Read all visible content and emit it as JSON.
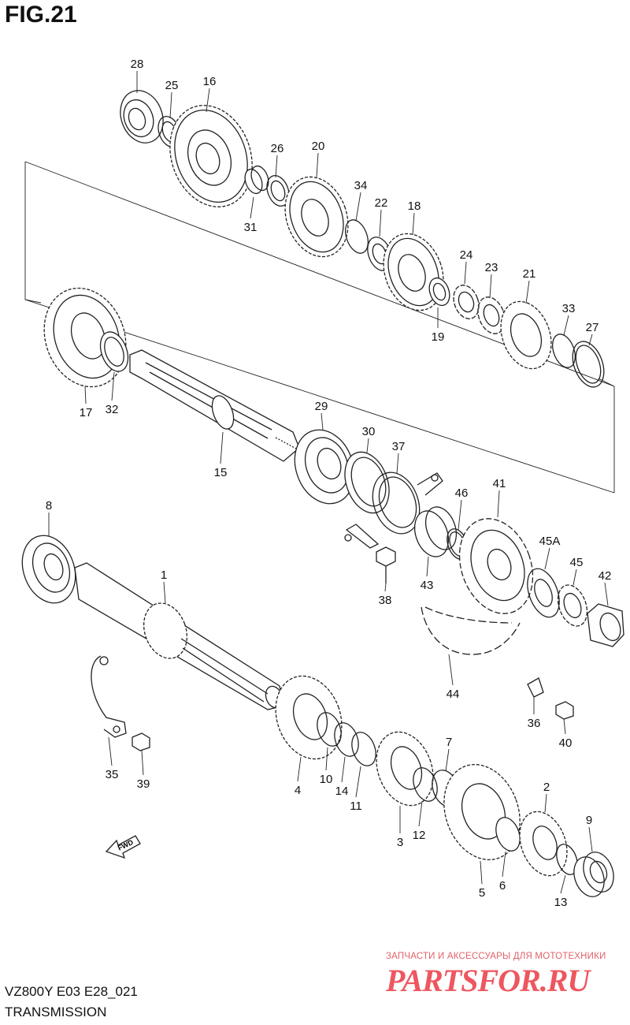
{
  "figure": {
    "title": "FIG.21",
    "code": "VZ800Y E03 E28_021",
    "caption": "TRANSMISSION",
    "fwd_label": "FWD"
  },
  "watermark": {
    "line1": "ЗАПЧАСТИ И АКСЕССУАРЫ ДЛЯ МОТОТЕХНИКИ",
    "line2": "PARTSFOR.RU"
  },
  "part_numbers": [
    "28",
    "25",
    "16",
    "26",
    "20",
    "31",
    "34",
    "22",
    "18",
    "24",
    "23",
    "21",
    "19",
    "33",
    "27",
    "17",
    "32",
    "15",
    "29",
    "30",
    "37",
    "46",
    "41",
    "45A",
    "45",
    "42",
    "43",
    "38",
    "44",
    "8",
    "1",
    "35",
    "39",
    "36",
    "40",
    "4",
    "10",
    "14",
    "11",
    "7",
    "3",
    "12",
    "2",
    "9",
    "5",
    "6",
    "13"
  ]
}
